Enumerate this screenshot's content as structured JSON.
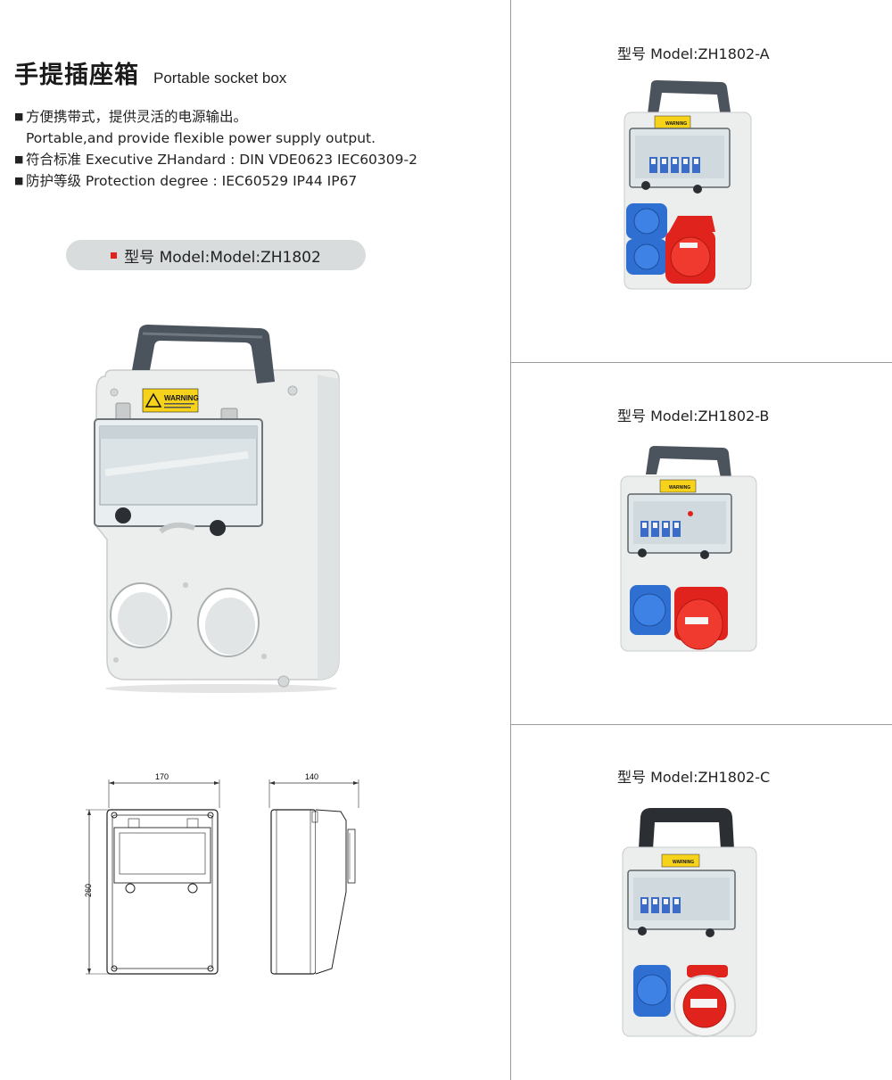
{
  "header": {
    "title_cn": "手提插座箱",
    "title_en": "Portable socket box"
  },
  "features": [
    {
      "bullet": "■",
      "text": "方便携带式，提供灵活的电源输出。"
    },
    {
      "bullet": "",
      "text": "Portable,and provide flexible power supply output."
    },
    {
      "bullet": "■",
      "text": "符合标准 Executive ZHandard : DIN VDE0623 IEC60309-2"
    },
    {
      "bullet": "■",
      "text": "防护等级 Protection degree : IEC60529 IP44 IP67"
    }
  ],
  "model_pill": {
    "label": "型号 Model:Model:ZH1802",
    "accent": "#e0231c",
    "bg": "#d9dcdc"
  },
  "drawing": {
    "width": "170",
    "depth": "140",
    "height": "260"
  },
  "variants": [
    {
      "label": "型号 Model:ZH1802-A",
      "warning": "WARNING"
    },
    {
      "label": "型号 Model:ZH1802-B",
      "warning": "WARNING"
    },
    {
      "label": "型号 Model:ZH1802-C",
      "warning": "WARNING"
    }
  ],
  "main_product": {
    "warning": "WARNING"
  },
  "colors": {
    "socket_blue": "#2f6fd1",
    "socket_red": "#e0231c",
    "handle": "#4b535c",
    "body": "#eceeee"
  }
}
